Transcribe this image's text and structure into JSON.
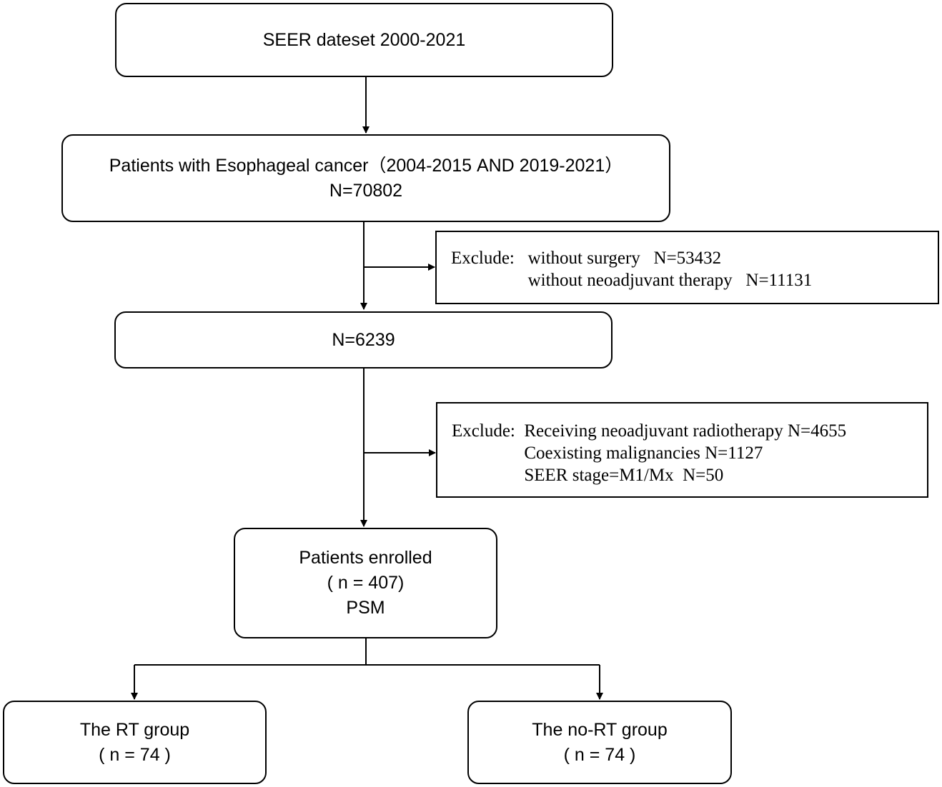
{
  "nodes": {
    "seer": {
      "text": "SEER  dateset 2000-2021"
    },
    "esophageal": {
      "line1": "Patients with Esophageal cancer（2004-2015 AND 2019-2021）",
      "line2": "N=70802"
    },
    "n6239": {
      "text": "N=6239"
    },
    "enrolled": {
      "line1": "Patients enrolled",
      "line2": "( n = 407)",
      "line3": "PSM"
    },
    "rt_group": {
      "line1": "The RT group",
      "line2": "( n = 74  )"
    },
    "nort_group": {
      "line1": "The no-RT group",
      "line2": "( n = 74 )"
    }
  },
  "exclusions": {
    "first": {
      "label": "Exclude:   ",
      "items": [
        "without surgery   N=53432",
        "without neoadjuvant therapy   N=11131"
      ]
    },
    "second": {
      "label": "Exclude:  ",
      "items": [
        "Receiving neoadjuvant radiotherapy N=4655",
        "Coexisting malignancies N=1127",
        "SEER stage=M1/Mx  N=50"
      ]
    }
  }
}
